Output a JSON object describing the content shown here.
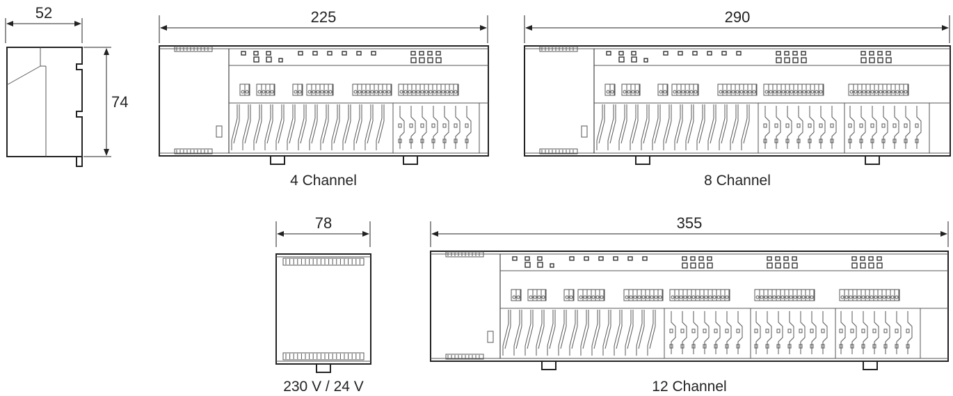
{
  "dimensions": {
    "side_width": "52",
    "side_height": "74",
    "ch4_width": "225",
    "ch8_width": "290",
    "psu_width": "78",
    "ch12_width": "355"
  },
  "captions": {
    "ch4": "4 Channel",
    "ch8": "8 Channel",
    "psu": "230 V / 24 V",
    "ch12": "12 Channel"
  },
  "colors": {
    "line": "#222222",
    "background": "#ffffff"
  }
}
